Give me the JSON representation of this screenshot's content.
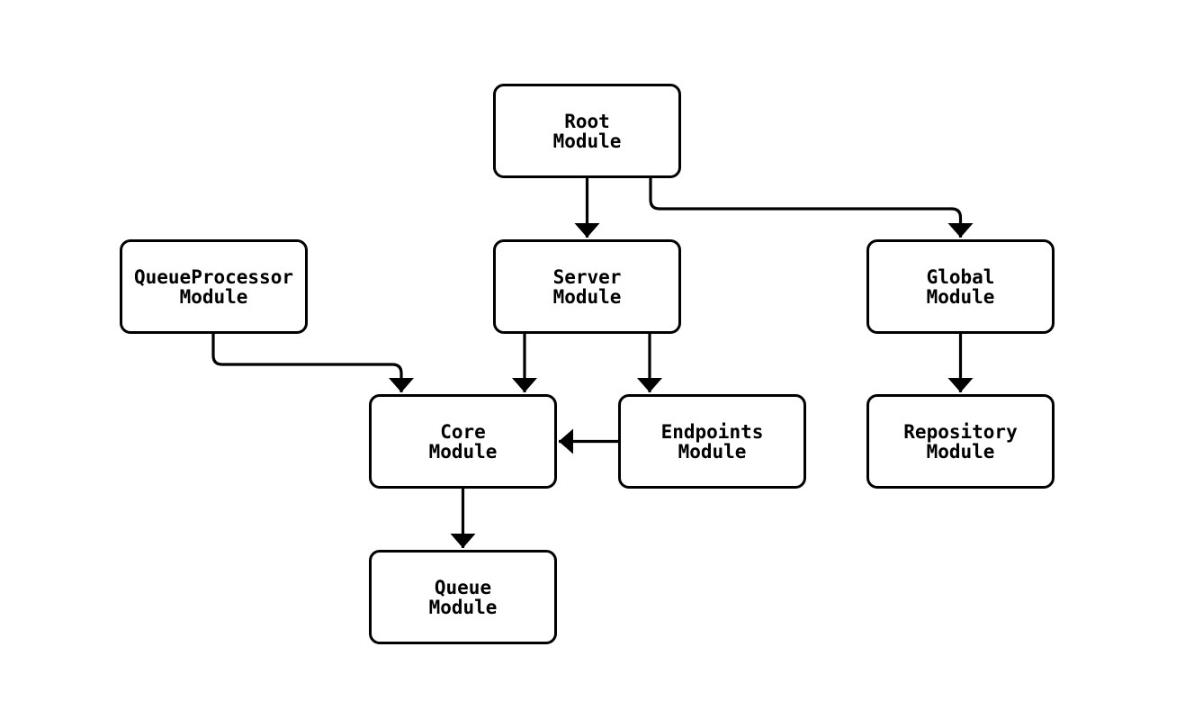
{
  "diagram": {
    "type": "flowchart",
    "background_color": "#ffffff",
    "stroke_color": "#000000",
    "text_color": "#000000",
    "node_fill_color": "#ffffff",
    "nodes": [
      {
        "id": "root",
        "label": "Root\nModule"
      },
      {
        "id": "queueprocessor",
        "label": "QueueProcessor\nModule"
      },
      {
        "id": "server",
        "label": "Server\nModule"
      },
      {
        "id": "global",
        "label": "Global\nModule"
      },
      {
        "id": "core",
        "label": "Core\nModule"
      },
      {
        "id": "endpoints",
        "label": "Endpoints\nModule"
      },
      {
        "id": "repository",
        "label": "Repository\nModule"
      },
      {
        "id": "queue",
        "label": "Queue\nModule"
      }
    ],
    "edges": [
      {
        "from": "root",
        "to": "server"
      },
      {
        "from": "root",
        "to": "global"
      },
      {
        "from": "queueprocessor",
        "to": "core"
      },
      {
        "from": "server",
        "to": "core"
      },
      {
        "from": "server",
        "to": "endpoints"
      },
      {
        "from": "endpoints",
        "to": "core"
      },
      {
        "from": "global",
        "to": "repository"
      },
      {
        "from": "core",
        "to": "queue"
      }
    ]
  }
}
